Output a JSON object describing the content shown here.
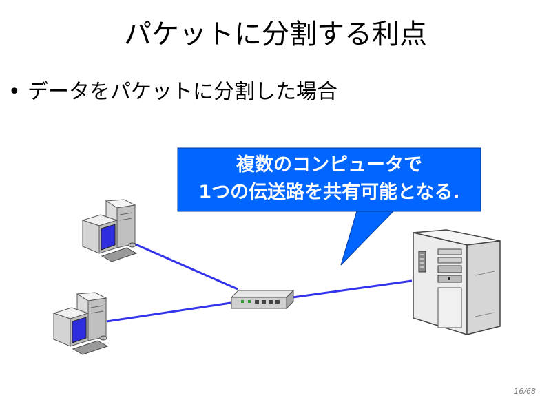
{
  "slide": {
    "title": "パケットに分割する利点",
    "bullet_mark": "•",
    "bullet_text": "データをパケットに分割した場合",
    "callout_line1": "複数のコンピュータで",
    "callout_line2": "1つの伝送路を共有可能となる.",
    "page_current": "16",
    "page_total": "68"
  },
  "colors": {
    "callout_fill": "#0066ff",
    "link_line": "#3333ee",
    "monitor_screen": "#2e2ee0"
  },
  "icons": [
    "desktop-computer-icon",
    "network-hub-icon",
    "server-tower-icon"
  ]
}
